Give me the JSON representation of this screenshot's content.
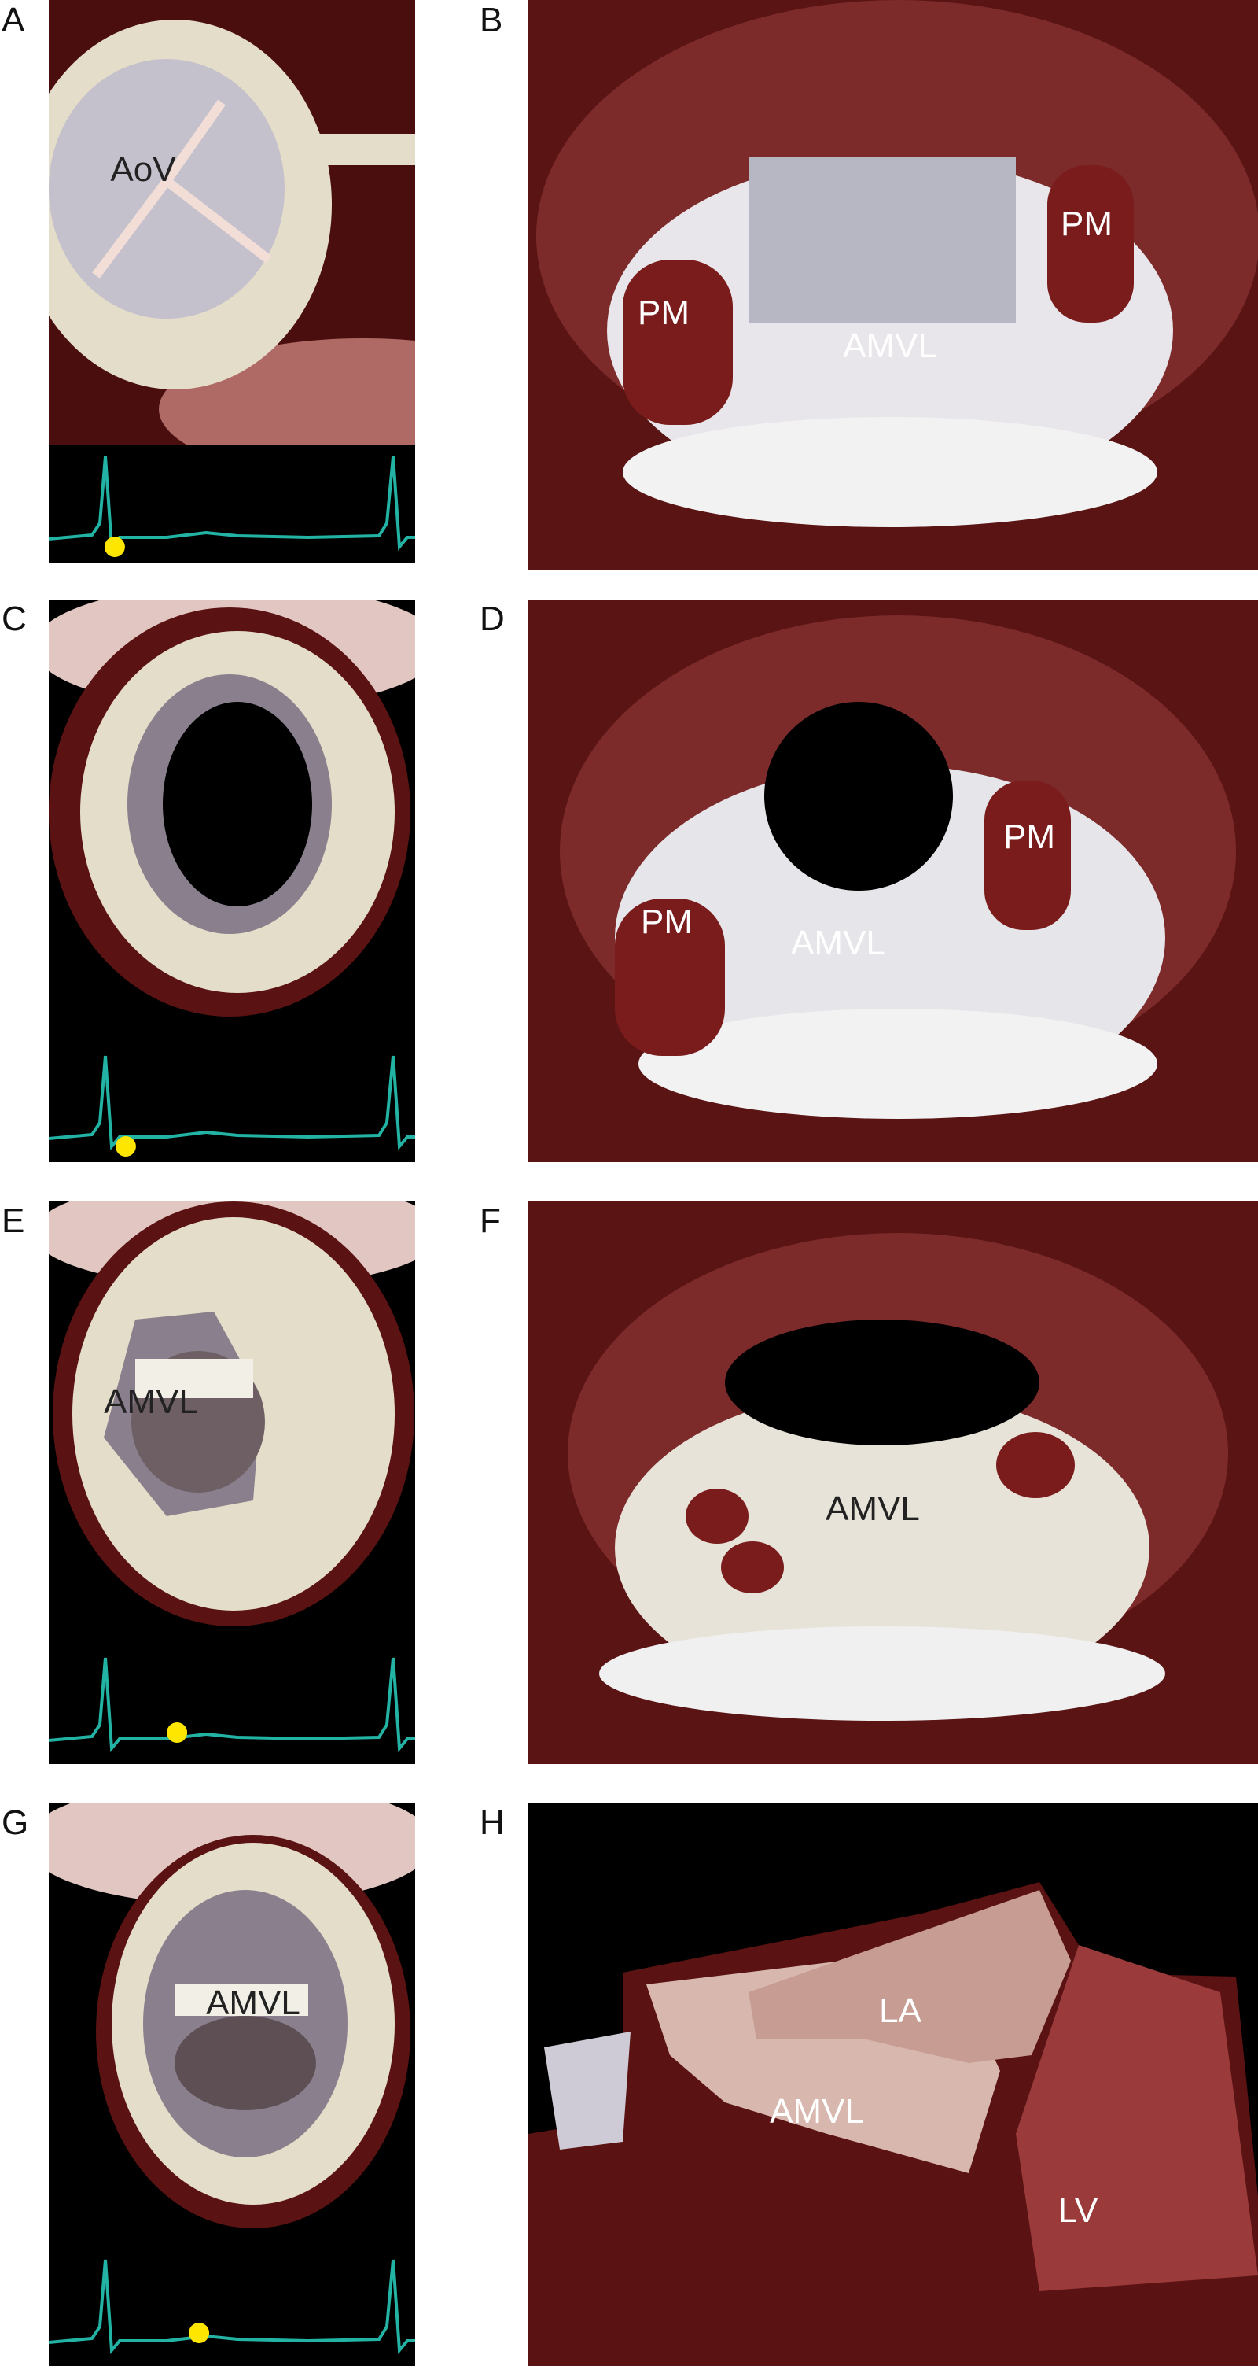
{
  "panels": {
    "A": {
      "letter": "A",
      "labels": {
        "aov": "AoV"
      }
    },
    "B": {
      "letter": "B",
      "labels": {
        "pm_left": "PM",
        "pm_right": "PM",
        "amvl": "AMVL"
      }
    },
    "C": {
      "letter": "C"
    },
    "D": {
      "letter": "D",
      "labels": {
        "pm_left": "PM",
        "pm_right": "PM",
        "amvl": "AMVL"
      }
    },
    "E": {
      "letter": "E",
      "labels": {
        "amvl": "AMVL"
      }
    },
    "F": {
      "letter": "F",
      "labels": {
        "amvl": "AMVL"
      }
    },
    "G": {
      "letter": "G",
      "labels": {
        "amvl": "AMVL"
      }
    },
    "H": {
      "letter": "H",
      "labels": {
        "la": "LA",
        "amvl": "AMVL",
        "lv": "LV"
      }
    }
  },
  "ecg_markers": {
    "A": 0.18,
    "C": 0.21,
    "E": 0.35,
    "G": 0.41
  },
  "colors": {
    "tissue": "#5a1212",
    "valve": "#e7e2d3",
    "ecg_trace": "#23b3a4",
    "marker": "#ffe600"
  }
}
